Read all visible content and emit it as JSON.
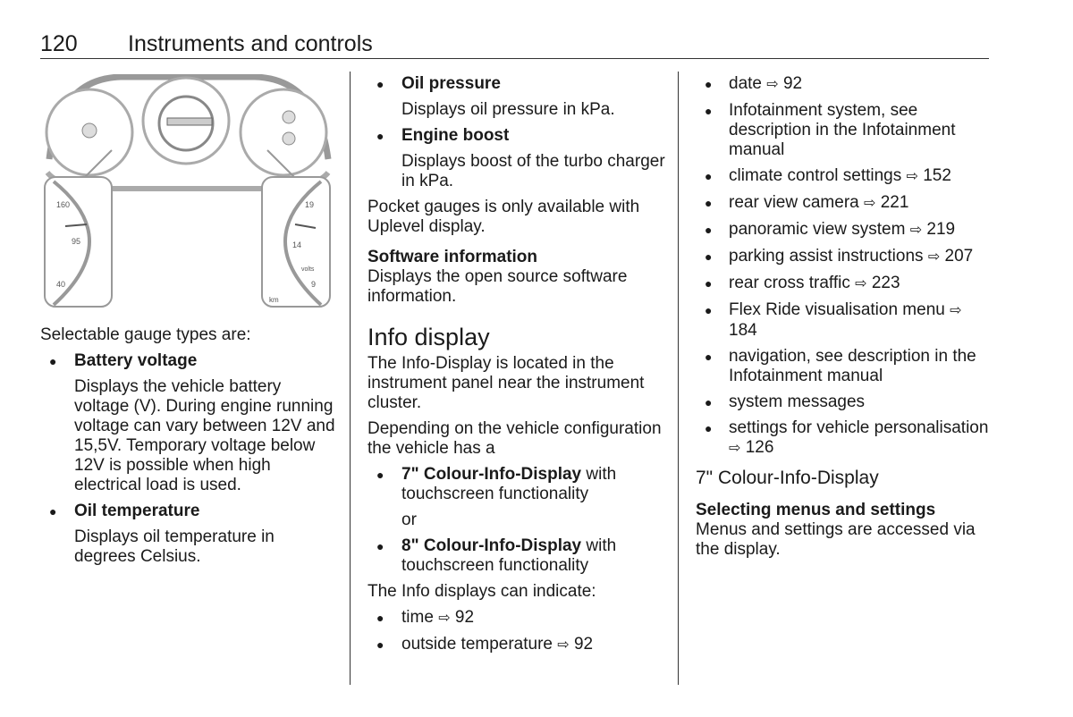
{
  "header": {
    "page_number": "120",
    "section_title": "Instruments and controls"
  },
  "illustration": {
    "left_labels": [
      "160",
      "95",
      "40"
    ],
    "right_labels": [
      "19",
      "14",
      "volts",
      "9",
      "km"
    ]
  },
  "col1": {
    "intro": "Selectable gauge types are:",
    "items": [
      {
        "title": "Battery voltage",
        "desc": "Displays the vehicle battery voltage (V). During engine running voltage can vary between 12V and 15,5V. Temporary voltage below 12V is possible when high electrical load is used."
      },
      {
        "title": "Oil temperature",
        "desc": "Displays oil temperature in degrees Celsius."
      }
    ]
  },
  "col2": {
    "items": [
      {
        "title": "Oil pressure",
        "desc": "Displays oil pressure in kPa."
      },
      {
        "title": "Engine boost",
        "desc": "Displays boost of the turbo charger in kPa."
      }
    ],
    "pocket_note": "Pocket gauges is only available with Uplevel display.",
    "software_heading": "Software information",
    "software_text": "Displays the open source software information.",
    "info_heading": "Info display",
    "info_p1": "The Info-Display is located in the instrument panel near the instrument cluster.",
    "info_p2": "Depending on the vehicle configuration the vehicle has a",
    "display_options": [
      {
        "bold": "7\" Colour-Info-Display",
        "rest": " with touchscreen functionality"
      },
      {
        "bold": "8\" Colour-Info-Display",
        "rest": " with touchscreen functionality"
      }
    ],
    "or": "or",
    "indicate_intro": "The Info displays can indicate:",
    "indicate_items": [
      {
        "text": "time",
        "ref": "92"
      },
      {
        "text": "outside temperature",
        "ref": "92"
      }
    ]
  },
  "col3": {
    "items": [
      {
        "text": "date",
        "ref": "92"
      },
      {
        "text": "Infotainment system, see description in the Infotainment manual",
        "ref": null
      },
      {
        "text": "climate control settings",
        "ref": "152"
      },
      {
        "text": "rear view camera",
        "ref": "221"
      },
      {
        "text": "panoramic view system",
        "ref": "219"
      },
      {
        "text": "parking assist instructions",
        "ref": "207"
      },
      {
        "text": "rear cross traffic",
        "ref": "223"
      },
      {
        "text": "Flex Ride visualisation menu",
        "ref": "184"
      },
      {
        "text": "navigation, see description in the Infotainment manual",
        "ref": null
      },
      {
        "text": "system messages",
        "ref": null
      },
      {
        "text": "settings for vehicle personalisation",
        "ref": "126"
      }
    ],
    "heading": "7\" Colour-Info-Display",
    "sub_heading": "Selecting menus and settings",
    "sub_text": "Menus and settings are accessed via the display."
  },
  "ref_arrow": "⇨"
}
